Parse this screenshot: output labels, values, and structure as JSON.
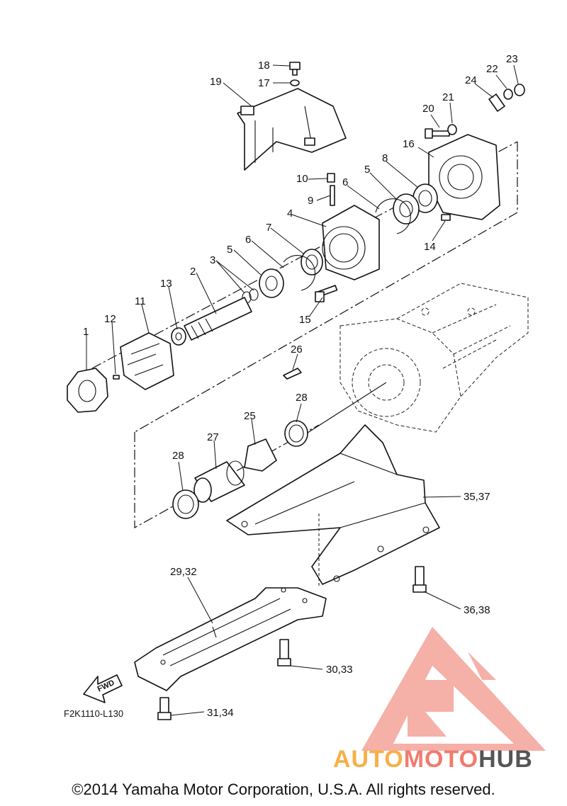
{
  "diagram": {
    "drawing_code": "F2K1110-L130",
    "fwd_marker": "FWD",
    "copyright": "©2014 Yamaha Motor Corporation, U.S.A. All rights reserved.",
    "watermark": {
      "word_part1": "AUTO",
      "word_part2": "MOTO",
      "word_part3": "HUB",
      "colors": {
        "auto": "#f6b04a",
        "moto": "#f27a6f",
        "hub": "#555555",
        "triangle": "#f08a80"
      }
    },
    "callouts": {
      "p1": "1",
      "p2": "2",
      "p3": "3",
      "p4": "4",
      "p5a": "5",
      "p5b": "5",
      "p6a": "6",
      "p6b": "6",
      "p7": "7",
      "p8": "8",
      "p9": "9",
      "p10": "10",
      "p11": "11",
      "p12": "12",
      "p13": "13",
      "p14": "14",
      "p15": "15",
      "p16": "16",
      "p17": "17",
      "p18": "18",
      "p19": "19",
      "p20": "20",
      "p21": "21",
      "p22": "22",
      "p23": "23",
      "p24": "24",
      "p25": "25",
      "p26": "26",
      "p27": "27",
      "p28a": "28",
      "p28b": "28",
      "p29_32": "29,32",
      "p30_33": "30,33",
      "p31_34": "31,34",
      "p35_37": "35,37",
      "p36_38": "36,38"
    }
  }
}
